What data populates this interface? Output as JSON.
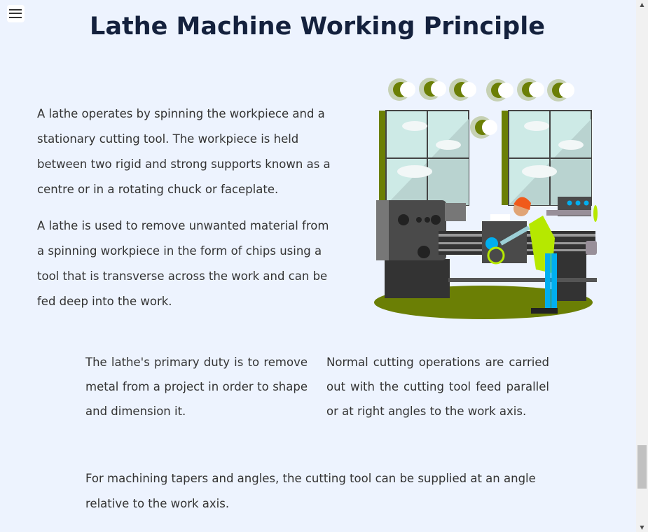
{
  "page": {
    "title": "Lathe Machine Working Principle"
  },
  "intro": [
    "A lathe operates by spinning the workpiece and a stationary cutting tool. The workpiece is held between two rigid and strong supports known as a centre or in a rotating chuck or faceplate.",
    "A lathe is used to remove unwanted material from a spinning workpiece in the form of chips using a tool that is transverse across the work and can be fed deep into the work."
  ],
  "columns": [
    "The lathe's primary duty is to remove metal from a project in order to shape and dimension it.",
    "Normal cutting operations are carried out with the cutting tool feed parallel or at right angles to the work axis."
  ],
  "footer_text": "For machining tapers and angles, the cutting tool can be supplied at an angle relative to the work axis.",
  "icons": {
    "menu": "hamburger-icon",
    "illustration": "lathe-worker-illustration"
  },
  "colors": {
    "background": "#edf3fe",
    "heading": "#14213d",
    "olive": "#6b7f05",
    "lime": "#b6e800"
  }
}
